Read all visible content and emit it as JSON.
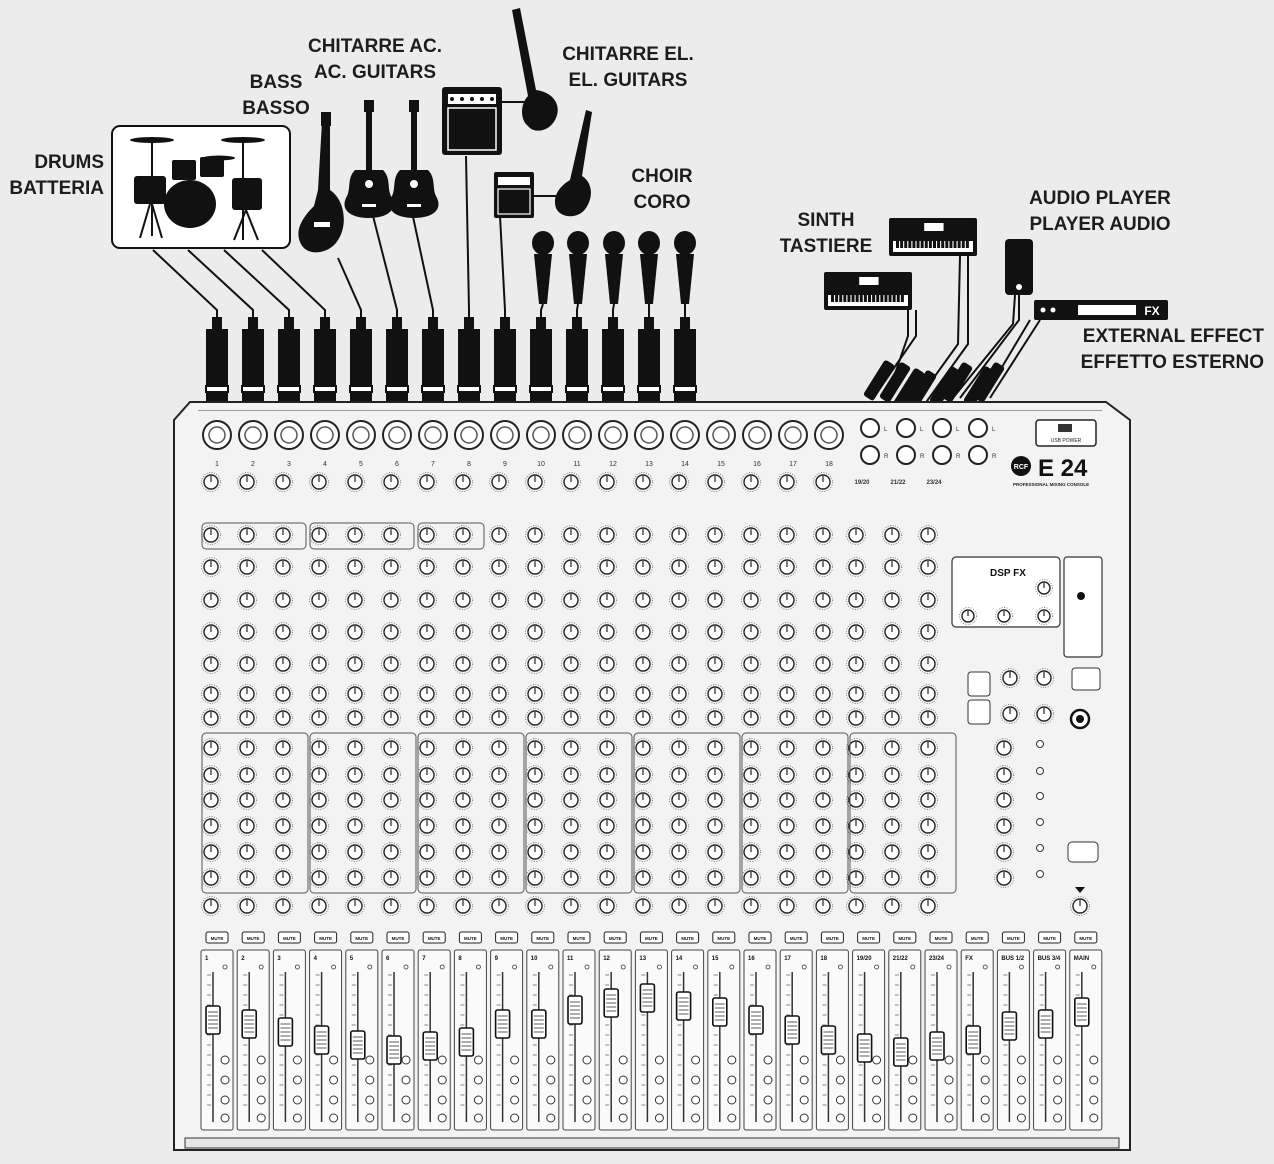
{
  "labels": {
    "drums": {
      "line1": "DRUMS",
      "line2": "BATTERIA"
    },
    "bass": {
      "line1": "BASS",
      "line2": "BASSO"
    },
    "acoustic": {
      "line1": "CHITARRE AC.",
      "line2": "AC. GUITARS"
    },
    "electric": {
      "line1": "CHITARRE EL.",
      "line2": "EL. GUITARS"
    },
    "choir": {
      "line1": "CHOIR",
      "line2": "CORO"
    },
    "synth": {
      "line1": "SINTH",
      "line2": "TASTIERE"
    },
    "player": {
      "line1": "AUDIO PLAYER",
      "line2": "PLAYER AUDIO"
    },
    "effect": {
      "line1": "EXTERNAL EFFECT",
      "line2": "EFFETTO ESTERNO"
    },
    "fx_box": "FX"
  },
  "mixer": {
    "brand": "RCF",
    "model": "E 24",
    "subtitle": "PROFESSIONAL MIXING CONSOLE",
    "usb_label": "USB POWER",
    "dsp_logo": "DSP FX",
    "mono_channels": [
      "1",
      "2",
      "3",
      "4",
      "5",
      "6",
      "7",
      "8",
      "9",
      "10",
      "11",
      "12",
      "13",
      "14",
      "15",
      "16",
      "17",
      "18"
    ],
    "stereo_inputs": [
      "19/20",
      "21/22",
      "23/24"
    ],
    "fader_labels": [
      "1",
      "2",
      "3",
      "4",
      "5",
      "6",
      "7",
      "8",
      "9",
      "10",
      "11",
      "12",
      "13",
      "14",
      "15",
      "16",
      "17",
      "18",
      "19/20",
      "21/22",
      "23/24",
      "FX",
      "BUS 1/2",
      "BUS 3/4",
      "MAIN"
    ],
    "mute_label": "MUTE",
    "jack_l": "L",
    "jack_r": "R"
  }
}
